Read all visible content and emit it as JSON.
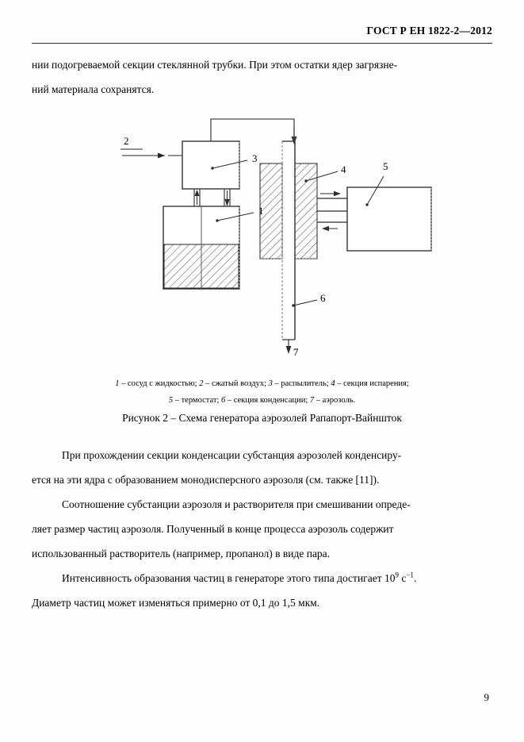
{
  "header": {
    "standard": "ГОСТ Р ЕН 1822-2—2012"
  },
  "body": {
    "paragraph_1_line_1": "нии подогреваемой секции стеклянной трубки. При этом остатки ядер загрязне-",
    "paragraph_1_line_2": "ний материала сохранятся.",
    "paragraph_2_line_1": "При прохождении секции конденсации субстанция аэрозолей конденсиру-",
    "paragraph_2_line_2": "ется на эти ядра с образованием монодисперсного аэрозоля (см. также [11]).",
    "paragraph_3_line_1": "Соотношение субстанции аэрозоля и растворителя при смешивании опреде-",
    "paragraph_3_line_2": "ляет размер частиц аэрозоля. Полученный в конце процесса аэрозоль содержит",
    "paragraph_3_line_3": "использованный растворитель (например, пропанол) в виде пара.",
    "paragraph_4_line_1_pre": "Интенсивность образования частиц в генераторе этого типа достигает 10",
    "paragraph_4_line_1_sup1": "9",
    "paragraph_4_line_1_mid": " с",
    "paragraph_4_line_1_sup2": "−1",
    "paragraph_4_line_1_post": ".",
    "paragraph_4_line_2": "Диаметр частиц может изменяться примерно от 0,1 до 1,5 мкм."
  },
  "figure": {
    "caption_line_1": [
      {
        "num": "1",
        "dash": " – ",
        "text": "сосуд с жидкостью;"
      },
      {
        "num": "2",
        "dash": " – ",
        "text": "сжатый воздух;"
      },
      {
        "num": "3",
        "dash": " – ",
        "text": "распылитель;"
      },
      {
        "num": "4",
        "dash": " – ",
        "text": "секция испарения;"
      }
    ],
    "caption_line_2": [
      {
        "num": "5",
        "dash": " – ",
        "text": "термостат;"
      },
      {
        "num": "6",
        "dash": " – ",
        "text": "секция конденсации;"
      },
      {
        "num": "7",
        "dash": " – ",
        "text": "аэрозоль."
      }
    ],
    "title": "Рисунок 2 – Схема генератора аэрозолей Рапапорт-Вайншток",
    "callouts": {
      "one": "1",
      "two": "2",
      "three": "3",
      "four": "4",
      "five": "5",
      "six": "6",
      "seven": "7"
    },
    "colors": {
      "line": "#262626",
      "hatch": "#555555",
      "dashed": "#8a8a8a"
    }
  },
  "footer": {
    "page_number": "9"
  }
}
